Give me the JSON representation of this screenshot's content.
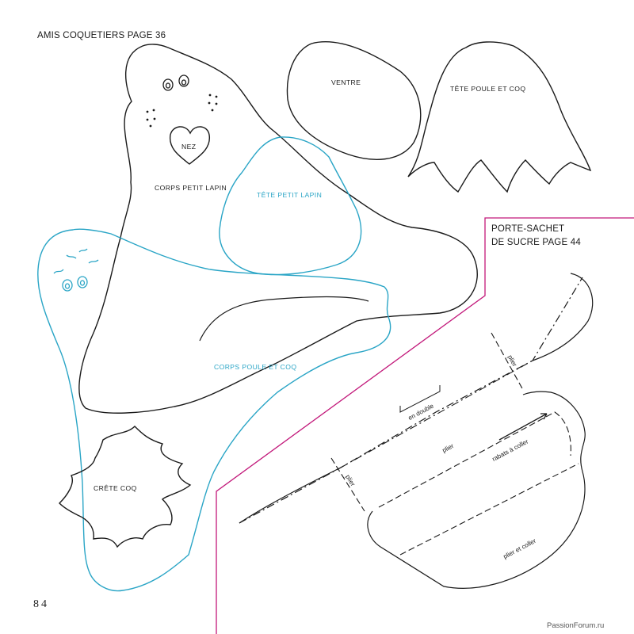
{
  "page": {
    "header": "AMIS COQUETIERS PAGE 36",
    "page_number": "84",
    "watermark": "PassionForum.ru"
  },
  "colors": {
    "outline": "#1a1a1a",
    "blue_outline": "#2aa5c6",
    "magenta_divider": "#c2187a"
  },
  "pieces": {
    "ventre": "VENTRE",
    "tete_poule_coq": "TÊTE POULE ET COQ",
    "nez": "NEZ",
    "corps_petit_lapin": "CORPS PETIT LAPIN",
    "tete_petit_lapin": "TÊTE PETIT LAPIN",
    "corps_poule_coq": "CORPS POULE ET COQ",
    "crete_coq": "CRÊTE COQ"
  },
  "sachet": {
    "title_line1": "PORTE-SACHET",
    "title_line2": "DE SUCRE PAGE 44",
    "plier_1": "plier",
    "plier_2": "plier",
    "plier_3": "plier",
    "en_double": "en double",
    "rabats": "rabats à coller",
    "plier_coller": "plier et coller"
  }
}
